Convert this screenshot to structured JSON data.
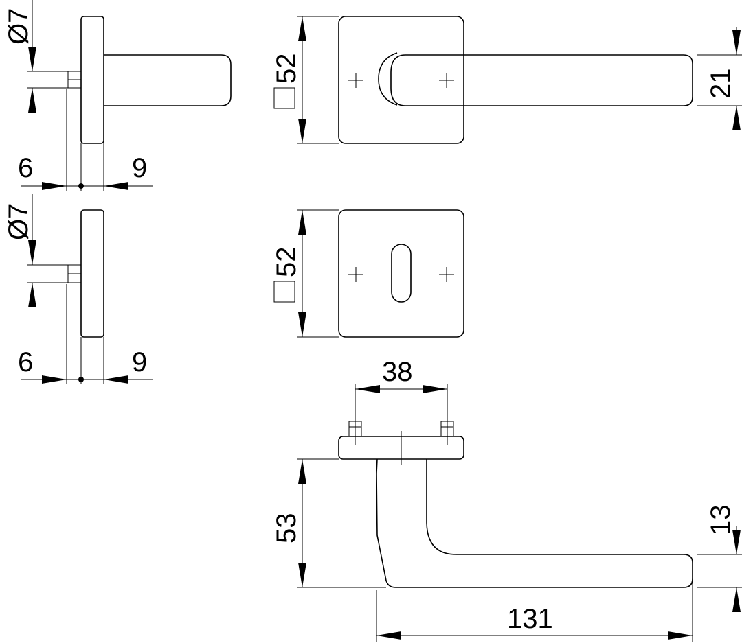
{
  "figure": {
    "top_side_view": {
      "pin_diameter": "Ø7",
      "left_offset": "6",
      "right_offset": "9"
    },
    "bottom_side_view": {
      "pin_diameter": "Ø7",
      "left_offset": "6",
      "right_offset": "9"
    },
    "handle_rose_front": {
      "rose_size": "52",
      "lever_height": "21"
    },
    "keyhole_rose_front": {
      "rose_size": "52"
    },
    "lever_top_view": {
      "screw_spacing": "38",
      "projection": "53",
      "length": "131",
      "tip_height": "13"
    }
  }
}
